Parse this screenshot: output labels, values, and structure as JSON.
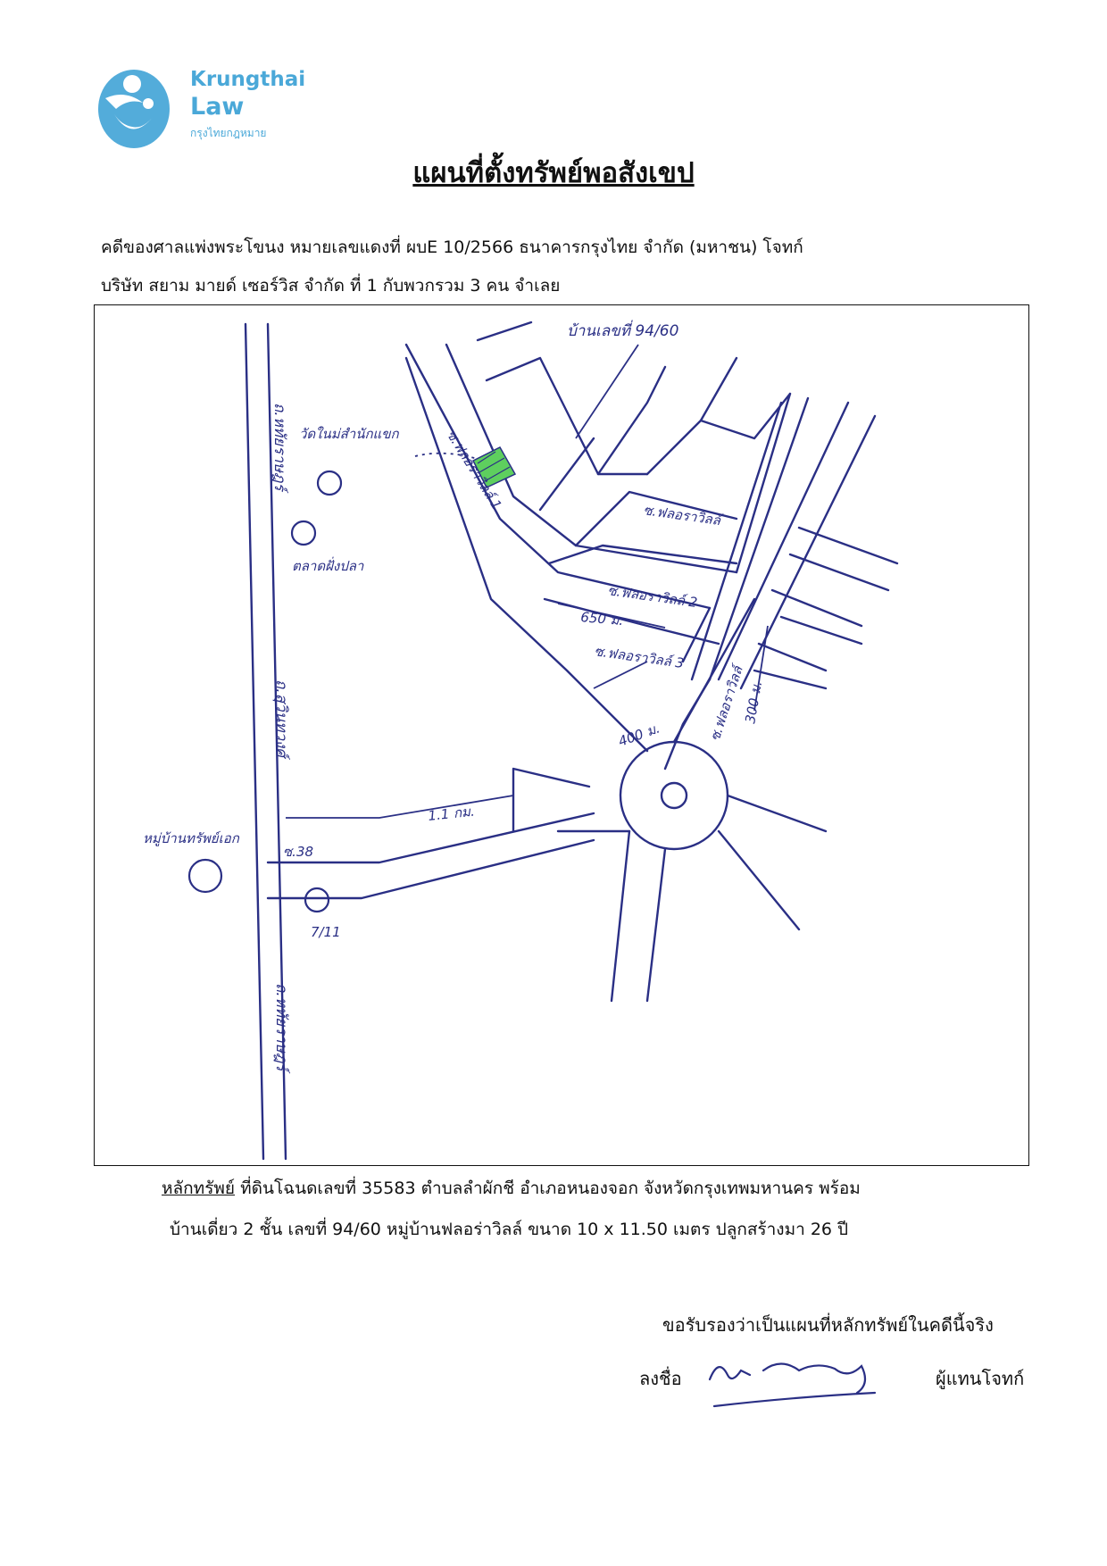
{
  "header": {
    "brand_line1": "Krungthai",
    "brand_line2": "Law",
    "brand_thai": "กรุงไทยกฎหมาย",
    "logo_color": "#4aa8d8"
  },
  "title": "แผนที่ตั้งทรัพย์พอสังเขป",
  "case": {
    "line1": "คดีของศาลแพ่งพระโขนง  หมายเลขแดงที่ ผบE 10/2566  ธนาคารกรุงไทย จำกัด (มหาชน) โจทก์",
    "line2": "บริษัท สยาม มายด์ เซอร์วิส จำกัด ที่ 1 กับพวกรวม 3 คน จำเลย"
  },
  "map": {
    "ink_color": "#2a2f85",
    "house_color": "#5ecf5e",
    "labels": {
      "house_no": "บ้านเลขที่ 94/60",
      "road_left_top": "ถ.หทัยราษฎร์",
      "road_left_mid": "ถ.สุวินทวงศ์",
      "road_left_bottom": "ถ.หทัยราษฎร์",
      "temple": "วัดในม่สำนักแขก",
      "soi_main": "ซ.ฟลอราวิลล์ 1",
      "soi_2": "ซ.ฟลอราวิลล์",
      "soi_3": "ซ.ฟลอราวิลล์ 2",
      "soi_4": "ซ.ฟลอราวิลล์ 3",
      "soi_right": "ซ.ฟลอราวิลล์",
      "dist_650": "650 ม.",
      "dist_400": "400 ม.",
      "dist_300": "300 ม.",
      "dist_1km": "1.1 กม.",
      "soi_38": "ซ.38",
      "market": "ตลาดฝั่งปลา",
      "village_left": "หมู่บ้านทรัพย์เอก",
      "seven_eleven": "7/11"
    }
  },
  "property": {
    "label": "หลักทรัพย์",
    "line1_rest": "  ที่ดินโฉนดเลขที่ 35583  ตำบลลำผักชี  อำเภอหนองจอก  จังหวัดกรุงเทพมหานคร  พร้อม",
    "line2": "บ้านเดี่ยว 2 ชั้น เลขที่ 94/60  หมู่บ้านฟลอร่าวิลล์ ขนาด 10 x 11.50 เมตร ปลูกสร้างมา  26  ปี"
  },
  "certification": {
    "statement": "ขอรับรองว่าเป็นแผนที่หลักทรัพย์ในคดีนี้จริง",
    "sign_label": "ลงชื่อ",
    "role": "ผู้แทนโจทก์"
  }
}
